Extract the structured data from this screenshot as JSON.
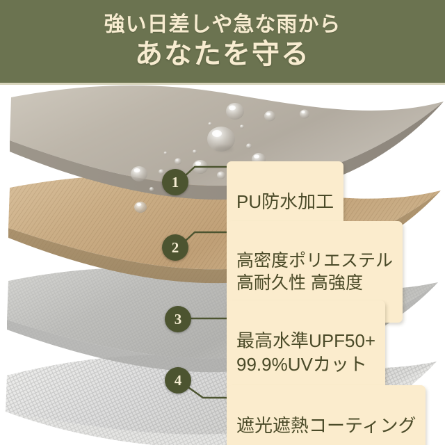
{
  "header": {
    "line1": "強い日差しや急な雨から",
    "line2": "あなたを守る",
    "background_color": "#6b7350",
    "text_color": "#f7ecd0"
  },
  "colors": {
    "banner_green": "#6b7350",
    "badge_green": "#4c5430",
    "label_cream": "#fbeccd",
    "label_text": "#4a4a28",
    "connector_line": "#4c5430",
    "layer1_gray": "#b5afa4",
    "layer2_tan": "#c6a87f",
    "layer3_gray": "#b9b9b7",
    "layer4_white": "#d9d9d6",
    "page_background": "#ffffff"
  },
  "layers": [
    {
      "number": "1",
      "label": "PU防水加工",
      "material_color": "#b5afa4",
      "description": "top gray sheet with water droplets"
    },
    {
      "number": "2",
      "label": "高密度ポリエステル\n高耐久性 高強度",
      "material_color": "#c6a87f",
      "description": "tan woven polyester sheet"
    },
    {
      "number": "3",
      "label": "最高水準UPF50+\n99.9%UVカット",
      "material_color": "#b9b9b7",
      "description": "light gray sheet"
    },
    {
      "number": "4",
      "label": "遮光遮熱コーティング",
      "material_color": "#d9d9d6",
      "description": "white textured mesh bottom sheet"
    }
  ]
}
